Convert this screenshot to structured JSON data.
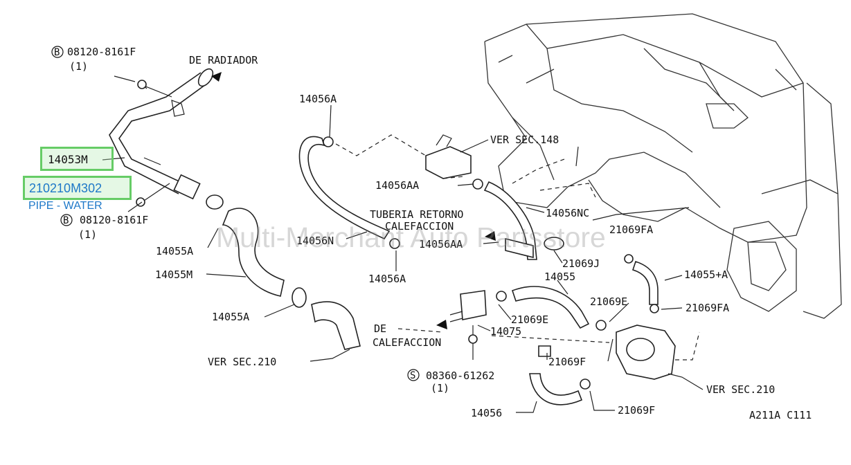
{
  "labels": {
    "bolt_top_code": "08120-8161F",
    "bolt_top_qty": "(1)",
    "bolt_bottom_code": "08120-8161F",
    "bolt_bottom_qty": "(1)",
    "bolt_marker": "B",
    "screw_marker": "S",
    "de_radiador": "DE RADIADOR",
    "p14056A_top": "14056A",
    "ver_sec_148": "VER SEC.148",
    "p14056AA_top": "14056AA",
    "p14056NC": "14056NC",
    "tuberia_retorno": "TUBERIA RETORNO",
    "calefaccion_top": "CALEFACCION",
    "p21069FA_top": "21069FA",
    "p14055A_top": "14055A",
    "p14056N": "14056N",
    "p14056AA_mid": "14056AA",
    "p21069J": "21069J",
    "p14055M": "14055M",
    "p14056A_mid": "14056A",
    "p14055": "14055",
    "p14055plusA": "14055+A",
    "p21069E_right": "21069E",
    "p21069FA_right": "21069FA",
    "p14055A_bottom": "14055A",
    "p21069E_mid": "21069E",
    "de": "DE",
    "calefaccion_bottom": "CALEFACCION",
    "p14075": "14075",
    "ver_sec_210_left": "VER SEC.210",
    "p21069F_mid": "21069F",
    "screw_code": "08360-61262",
    "screw_qty": "(1)",
    "ver_sec_210_right": "VER SEC.210",
    "p14056": "14056",
    "p21069F_bottom": "21069F",
    "ref_code": "A211A C111"
  },
  "highlight": {
    "part_label": "14053M",
    "part_number": "210210M302",
    "description": "PIPE - WATER",
    "box_color": "#66cc66",
    "text_color": "#1e78c8"
  },
  "watermark": "Multi-Merchant Auto Partsstore"
}
